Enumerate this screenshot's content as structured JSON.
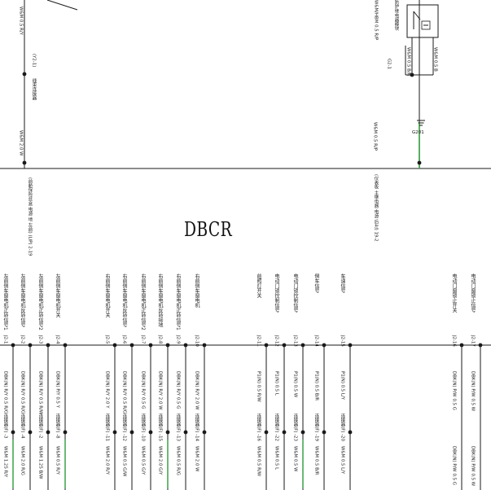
{
  "title": "DBCR",
  "top_left": {
    "wire_upper": "W&M 0.5 R/Y",
    "splice_ref": "(Y2-1)",
    "splice_caption": "线束连接器",
    "wire_lower": "W&M 2.0 W",
    "connector": "(前舱保险丝盒 电源 地 左前) (LIP) 2-19"
  },
  "top_right": {
    "wire_a": "W&M/HBM 0.5 R/P",
    "wire_b": "W&M 0.5 B",
    "wire_c": "W&M 0.5 B/R",
    "module_note": "防护继电器模块",
    "ground_left": "G2-1",
    "wire_lower": "W&M 0.5 R/P",
    "connector": "(仪表板 主继电器 电源 后左) 19-2",
    "ground_label": "G201"
  },
  "pins": [
    {
      "pin": "J2-1",
      "func": "左前侧车窗电机正转信号1",
      "wire1": "DBK(N) R/Y 0.5 R/G",
      "splice": "连接器(F) -3",
      "wire2": "W&M 1.25 R/Y"
    },
    {
      "pin": "J2-2",
      "func": "左前侧车窗电机反转信号",
      "wire1": "DBK(N) R/Y 0.5 R/G",
      "splice": "连接器(F) -4",
      "wire2": "W&M 2.0 R/G"
    },
    {
      "pin": "J2-3",
      "func": "左前侧车窗电机正转信号2",
      "wire1": "DBK(N) R/Y 0.5 R/W",
      "splice": "连接器(F) -2",
      "wire2": "W&M 1.25 B/W"
    },
    {
      "pin": "J2-4",
      "func": "左前侧车窗电机开关",
      "wire1": "DBK(N) P/Y 0.5 Y",
      "splice": "连接器(F) -8",
      "wire2": "W&M 0.5 R/Y"
    },
    {
      "pin": "J2-5",
      "func": "右前侧车窗电机开关",
      "wire1": "DBK(N) R/Y 2.0 Y",
      "splice": "连接器(F) -11",
      "wire2": "W&M 2.0 R/Y"
    },
    {
      "pin": "J2-6",
      "func": "右前侧车窗电机反转信号",
      "wire1": "DBK(N) R/Y 0.5 R/G",
      "splice": "连接器(F) -12",
      "wire2": "W&M 0.5 G/W"
    },
    {
      "pin": "J2-7",
      "func": "右前侧车窗电机正转信号2",
      "wire1": "DBK(N) R/Y 0.5 G",
      "splice": "连接器(F) -10",
      "wire2": "W&M 0.5 G/Y"
    },
    {
      "pin": "J2-8",
      "func": "右前侧车窗电机反转接地",
      "wire1": "DBK(N) R/Y 2.0 W",
      "splice": "连接器(F) -15",
      "wire2": "W&M 2.0 G/Y"
    },
    {
      "pin": "J2-9",
      "func": "右前侧车窗电机正转信号1",
      "wire1": "DBK(N) R/Y 0.5 G",
      "splice": "连接器(F) -13",
      "wire2": "W&M 0.5 R/G"
    },
    {
      "pin": "J2-10",
      "func": "右前侧车窗电机",
      "wire1": "DBK(N) R/Y 2.0 W",
      "splice": "连接器(F) -14",
      "wire2": "W&M 2.0 W"
    },
    {
      "pin": "J2-11",
      "func": "前照灯开关",
      "wire1": "P1(N) 0.5 R/W",
      "splice": "连接器(F) -16",
      "wire2": "W&M 0.5 R/W"
    },
    {
      "pin": "J2-12",
      "func": "电动门锁控制信号",
      "wire1": "P1(N) 0.5 L",
      "splice": "连接器(F) -22",
      "wire2": "W&M 0.5 L"
    },
    {
      "pin": "J2-13",
      "func": "电动门锁控制信号",
      "wire1": "P1(N) 0.5 W",
      "splice": "连接器(F) -23",
      "wire2": "W&M 0.5 W"
    },
    {
      "pin": "J2-14",
      "func": "倒车信号",
      "wire1": "P1(N) 0.5 B/R",
      "splice": "连接器(F) -19",
      "wire2": "W&M 0.5 B/R"
    },
    {
      "pin": "J2-15",
      "func": "车速信号",
      "wire1": "P1(N) 0.5 L/Y",
      "splice": "连接器(F) -20",
      "wire2": "W&M 0.5 L/Y"
    },
    {
      "pin": "J2-16",
      "func": "电动门窗锁止开关",
      "wire1": "DBK(N) P/W 0.5 G",
      "splice": "",
      "wire2": "DBK(N) P/W 0.5 G"
    },
    {
      "pin": "J2-17",
      "func": "电动门窗锁止信号",
      "wire1": "DBK(N) P/W 0.5 W",
      "splice": "",
      "wire2": "DBK(N) P/W 0.5 W"
    }
  ],
  "colors": {
    "wire": "#1a1a1a",
    "accent_green": "#2f9a3a"
  }
}
